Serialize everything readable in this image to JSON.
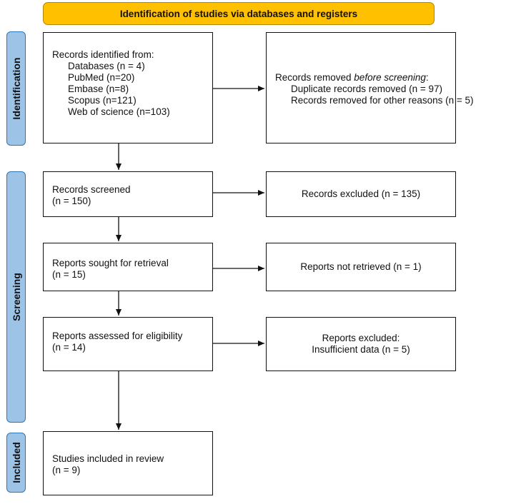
{
  "header": {
    "title": "Identification of studies via databases and registers"
  },
  "phases": {
    "identification": "Identification",
    "screening": "Screening",
    "included": "Included"
  },
  "records_identified": {
    "heading": "Records identified from:",
    "sources": [
      "Databases (n = 4)",
      "PubMed (n=20)",
      "Embase (n=8)",
      "Scopus (n=121)",
      "Web of science (n=103)"
    ]
  },
  "records_removed": {
    "heading_prefix": "Records removed ",
    "heading_italic": "before screening",
    "heading_suffix": ":",
    "items": [
      "Duplicate records removed (n = 97)",
      "Records removed for other reasons (n = 5)"
    ]
  },
  "records_screened": {
    "label": "Records screened",
    "count": "(n = 150)"
  },
  "records_excluded": {
    "label": "Records excluded (n = 135)"
  },
  "reports_sought": {
    "label": "Reports sought for retrieval",
    "count": "(n = 15)"
  },
  "reports_not_retrieved": {
    "label": "Reports not retrieved (n = 1)"
  },
  "reports_assessed": {
    "label": "Reports assessed for eligibility",
    "count": "(n = 14)"
  },
  "reports_excluded": {
    "label": "Reports excluded:",
    "reason": "Insufficient data (n = 5)"
  },
  "studies_included": {
    "label": "Studies included in review",
    "count": "(n = 9)"
  },
  "colors": {
    "banner": "#ffc000",
    "phase_fill": "#9dc3e6",
    "phase_border": "#2e75b6"
  }
}
